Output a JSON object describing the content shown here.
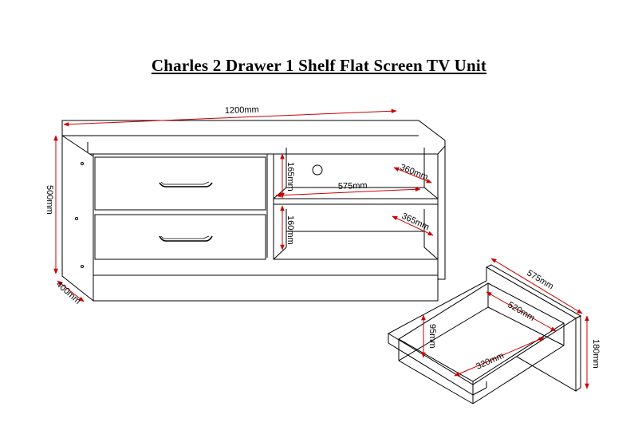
{
  "title": "Charles 2 Drawer 1 Shelf Flat Screen TV Unit",
  "dimensions": {
    "width": "1200mm",
    "height": "500mm",
    "depth": "400mm",
    "upper_opening_height": "165mm",
    "upper_shelf_depth": "360mm",
    "inner_width": "575mm",
    "lower_opening_height": "160mm",
    "lower_shelf_depth": "365mm",
    "drawer_width": "575mm",
    "drawer_depth": "520mm",
    "drawer_height": "180mm",
    "drawer_inner_height": "95mm",
    "drawer_inner_width": "320mm"
  },
  "colors": {
    "dimension_line": "#cc0000",
    "outline": "#000000",
    "background": "#ffffff"
  }
}
